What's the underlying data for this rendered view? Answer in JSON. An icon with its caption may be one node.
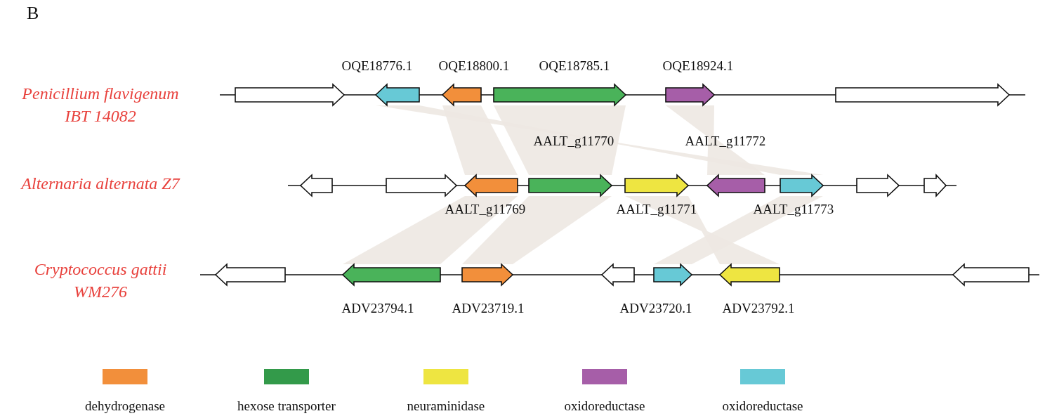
{
  "diagram": {
    "nodes": [
      {
        "text": [],
        "shape": "arrow"
      },
      {
        "text": [],
        "shape": "arrow",
        "beside": [
          "OQE18776.1"
        ]
      },
      {
        "text": [],
        "shape": "arrow",
        "beside": [
          "OQE18800.1"
        ]
      },
      {
        "text": [],
        "shape": "arrow",
        "beside": [
          "OQE18785.1"
        ]
      },
      {
        "text": [],
        "shape": "arrow",
        "beside": [
          "OQE18924.1"
        ]
      },
      {
        "text": [],
        "shape": "arrow"
      },
      {
        "text": [],
        "shape": "arrow"
      },
      {
        "text": [],
        "shape": "arrow"
      },
      {
        "text": [],
        "shape": "arrow",
        "beside": [
          "AALT_g11769"
        ]
      },
      {
        "text": [],
        "shape": "arrow",
        "beside": [
          "AALT_g11770"
        ]
      },
      {
        "text": [],
        "shape": "arrow",
        "beside": [
          "AALT_g11771"
        ]
      },
      {
        "text": [],
        "shape": "arrow",
        "beside": [
          "AALT_g11772"
        ]
      },
      {
        "text": [],
        "shape": "arrow",
        "beside": [
          "AALT_g11773"
        ]
      },
      {
        "text": [],
        "shape": "arrow"
      },
      {
        "text": [],
        "shape": "arrow"
      },
      {
        "text": [],
        "shape": "arrow"
      },
      {
        "text": [],
        "shape": "arrow",
        "beside": [
          "ADV23794.1"
        ]
      },
      {
        "text": [],
        "shape": "arrow",
        "beside": [
          "ADV23719.1"
        ]
      },
      {
        "text": [],
        "shape": "arrow"
      },
      {
        "text": [],
        "shape": "arrow",
        "beside": [
          "ADV23720.1"
        ]
      },
      {
        "text": [],
        "shape": "arrow",
        "beside": [
          "ADV23792.1"
        ]
      },
      {
        "text": [],
        "shape": "arrow"
      }
    ],
    "edges": [
      {
        "from": 1,
        "to": 12,
        "arrow": "none"
      },
      {
        "from": 2,
        "to": 8,
        "arrow": "none"
      },
      {
        "from": 3,
        "to": 9,
        "arrow": "none"
      },
      {
        "from": 4,
        "to": 11,
        "arrow": "none"
      },
      {
        "from": 8,
        "to": 16,
        "arrow": "none"
      },
      {
        "from": 9,
        "to": 17,
        "arrow": "none"
      },
      {
        "from": 10,
        "to": 20,
        "arrow": "none"
      },
      {
        "from": 12,
        "to": 19,
        "arrow": "none"
      }
    ],
    "labels": [
      "B",
      "Penicillium flavigenum IBT 14082",
      "Alternaria alternata Z7",
      "Cryptococcus gattii WM276"
    ],
    "legend": [
      {
        "text": "dehydrogenase",
        "color": "#f28f3b"
      },
      {
        "text": "hexose transporter",
        "color": "#339a4a"
      },
      {
        "text": "neuraminidase",
        "color": "#eee541"
      },
      {
        "text": "oxidoreductase",
        "color": "#a65ea8"
      },
      {
        "text": "oxidoreductase",
        "color": "#67c9d6"
      }
    ]
  }
}
